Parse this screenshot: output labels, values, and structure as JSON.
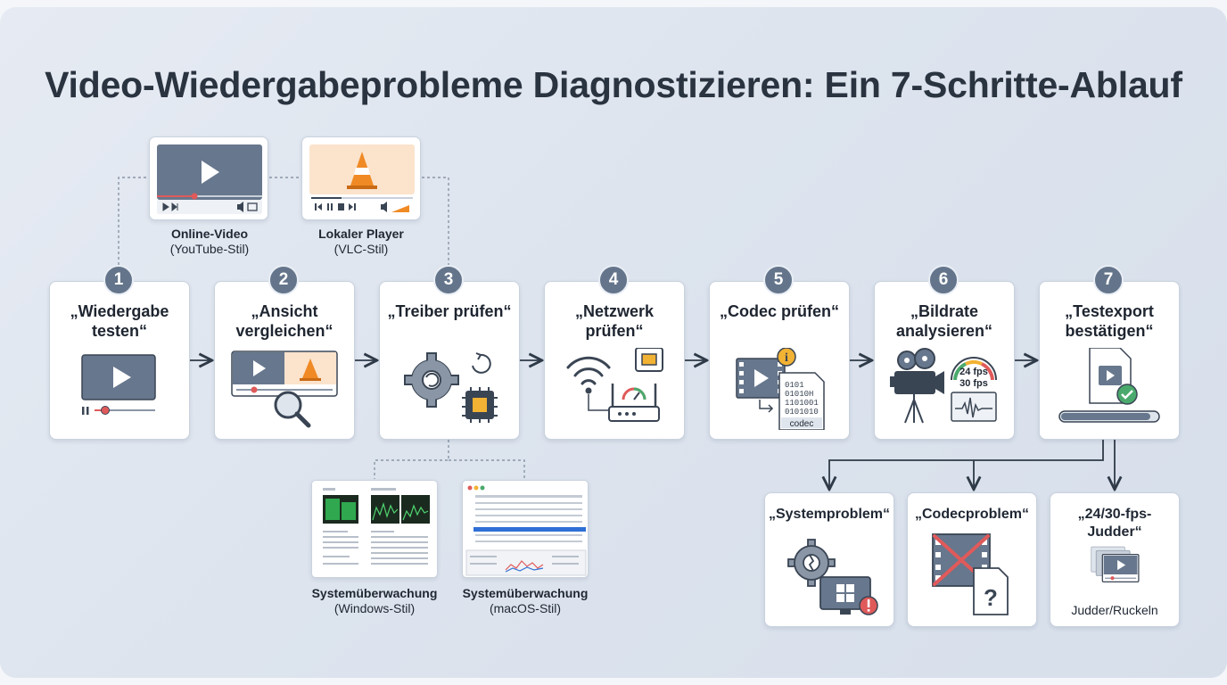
{
  "title": "Video-Wiedergabeprobleme Diagnostizieren: Ein 7-Schritte-Ablauf",
  "steps": [
    {
      "number": "1",
      "title": "„Wiedergabe testen“"
    },
    {
      "number": "2",
      "title": "„Ansicht vergleichen“"
    },
    {
      "number": "3",
      "title": "„Treiber prüfen“"
    },
    {
      "number": "4",
      "title": "„Netzwerk prüfen“"
    },
    {
      "number": "5",
      "title": "„Codec prüfen“"
    },
    {
      "number": "6",
      "title": "„Bildrate analysieren“"
    },
    {
      "number": "7",
      "title": "„Testexport bestätigen“"
    }
  ],
  "compare_examples": [
    {
      "name": "Online-Video",
      "style": "(YouTube-Stil)"
    },
    {
      "name": "Lokaler Player",
      "style": "(VLC-Stil)"
    }
  ],
  "monitor_examples": [
    {
      "name": "Systemüberwachung",
      "style": "(Windows-Stil)"
    },
    {
      "name": "Systemüberwachung",
      "style": "(macOS-Stil)"
    }
  ],
  "codec_icon": {
    "binary": [
      "0101",
      "01010H",
      "1101001",
      "0101010"
    ],
    "label": "codec"
  },
  "framerate_icon": {
    "fps_a": "24 fps",
    "fps_b": "30 fps"
  },
  "outcomes": [
    {
      "title": "„Systemproblem“",
      "subtitle": ""
    },
    {
      "title": "„Codecproblem“",
      "subtitle": ""
    },
    {
      "title": "„24/30-fps-Judder“",
      "subtitle": "Judder/Ruckeln"
    }
  ],
  "colors": {
    "badge": "#64758b",
    "accent_red": "#e05a5a",
    "accent_orange": "#f08a24",
    "player_gray": "#67778d"
  },
  "icons": [
    "play-icon",
    "magnifier-icon",
    "gear-icon",
    "chip-icon",
    "wifi-icon",
    "router-icon",
    "film-icon",
    "camera-icon",
    "file-check-icon",
    "monitor-error-icon",
    "broken-gear-icon",
    "file-question-icon"
  ]
}
